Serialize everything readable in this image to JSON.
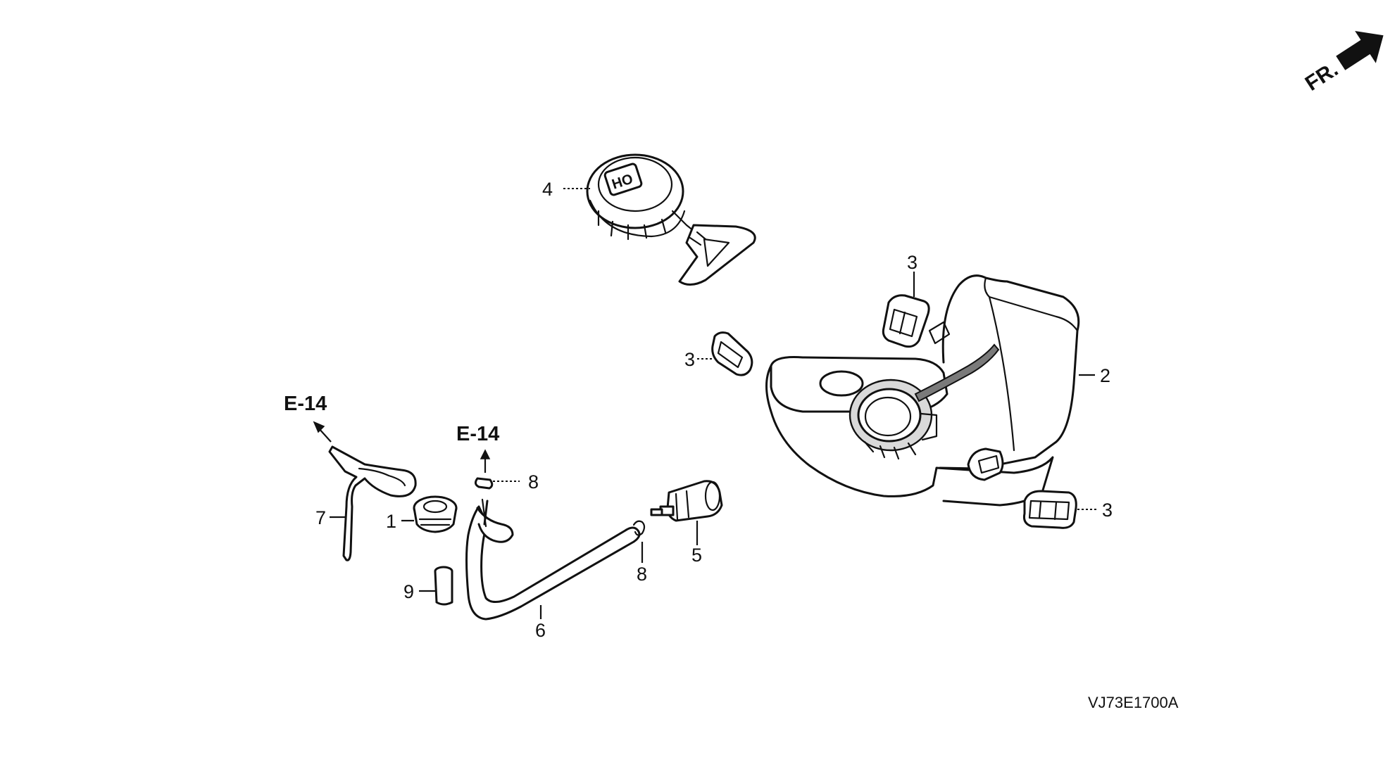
{
  "callouts": {
    "p1": "1",
    "p2": "2",
    "p3a": "3",
    "p3b": "3",
    "p3c": "3",
    "p4": "4",
    "p5": "5",
    "p6": "6",
    "p7": "7",
    "p8a": "8",
    "p8b": "8",
    "p9": "9"
  },
  "references": {
    "left": "E-14",
    "middle": "E-14"
  },
  "direction_label": "FR.",
  "diagram_code": "VJ73E1700A"
}
